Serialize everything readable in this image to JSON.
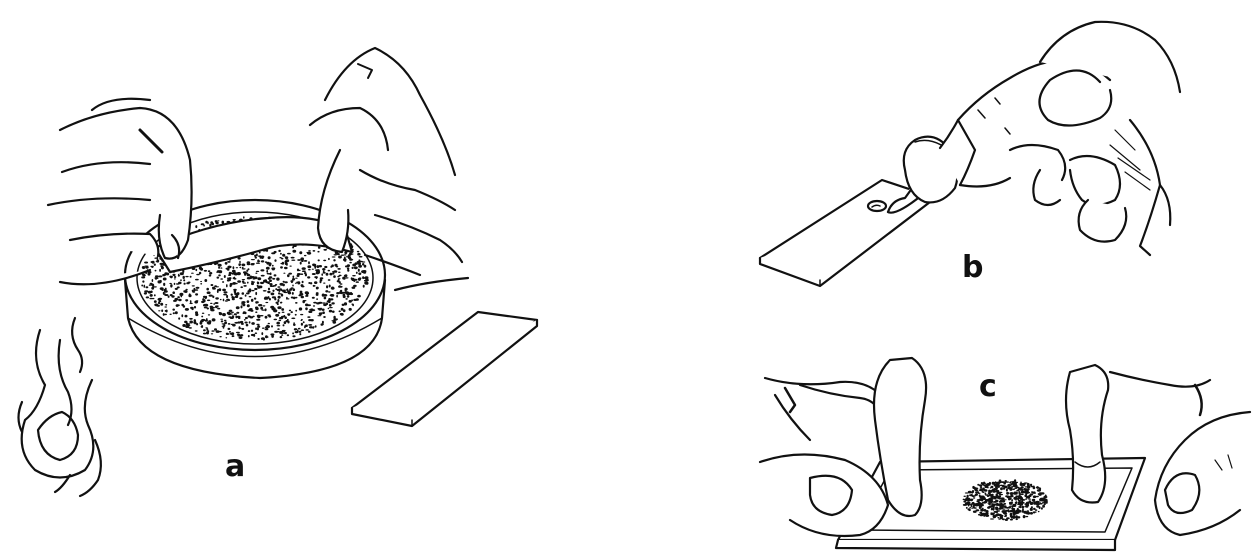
{
  "panels": {
    "a": {
      "label": "a"
    },
    "b": {
      "label": "b"
    },
    "c": {
      "label": "c"
    }
  },
  "colors": {
    "ink": "#111111",
    "paper": "#ffffff"
  }
}
